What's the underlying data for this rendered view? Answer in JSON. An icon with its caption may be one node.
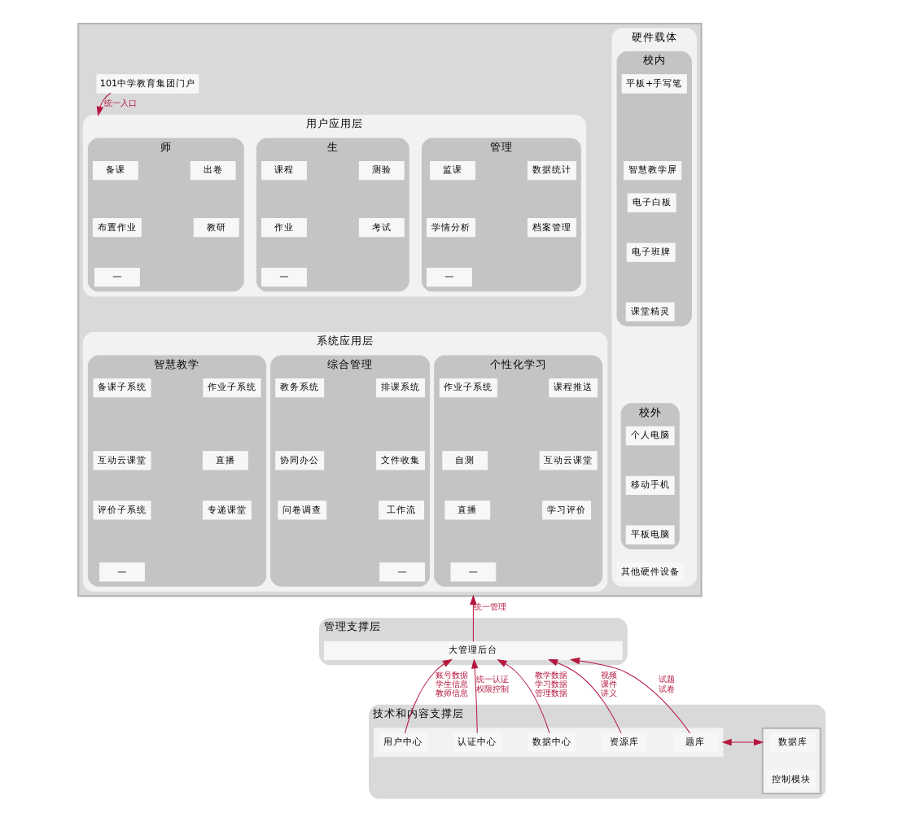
{
  "diagram": {
    "nodes": [
      {
        "text": [],
        "shape": "box"
      },
      {
        "text": [
          "101中学教育集团门户"
        ],
        "in": 0
      },
      {
        "text": [
          "用户应用层"
        ],
        "in": 0
      },
      {
        "text": [
          "师"
        ],
        "in": 2
      },
      {
        "text": [
          "备课"
        ],
        "in": 3
      },
      {
        "text": [
          "出卷"
        ],
        "in": 3
      },
      {
        "text": [
          "布置作业"
        ],
        "in": 3
      },
      {
        "text": [
          "教研"
        ],
        "in": 3
      },
      {
        "text": [
          "—"
        ],
        "in": 3
      },
      {
        "text": [
          "生"
        ],
        "in": 2
      },
      {
        "text": [
          "课程"
        ],
        "in": 9
      },
      {
        "text": [
          "测验"
        ],
        "in": 9
      },
      {
        "text": [
          "作业"
        ],
        "in": 9
      },
      {
        "text": [
          "考试"
        ],
        "in": 9
      },
      {
        "text": [
          "—"
        ],
        "in": 9
      },
      {
        "text": [
          "管理"
        ],
        "in": 2
      },
      {
        "text": [
          "监课"
        ],
        "in": 15
      },
      {
        "text": [
          "数据统计"
        ],
        "in": 15
      },
      {
        "text": [
          "学情分析"
        ],
        "in": 15
      },
      {
        "text": [
          "档案管理"
        ],
        "in": 15
      },
      {
        "text": [
          "—"
        ],
        "in": 15
      },
      {
        "text": [
          "系统应用层"
        ],
        "in": 0
      },
      {
        "text": [
          "智慧教学"
        ],
        "in": 21
      },
      {
        "text": [
          "备课子系统"
        ],
        "in": 22
      },
      {
        "text": [
          "作业子系统"
        ],
        "in": 22
      },
      {
        "text": [
          "互动云课堂"
        ],
        "in": 22
      },
      {
        "text": [
          "直播"
        ],
        "in": 22
      },
      {
        "text": [
          "评价子系统"
        ],
        "in": 22
      },
      {
        "text": [
          "专递课堂"
        ],
        "in": 22
      },
      {
        "text": [
          "—"
        ],
        "in": 22
      },
      {
        "text": [
          "个性化学习"
        ],
        "in": 21
      },
      {
        "text": [
          "作业子系统"
        ],
        "in": 30
      },
      {
        "text": [
          "课程推送"
        ],
        "in": 30
      },
      {
        "text": [
          "自测"
        ],
        "in": 30
      },
      {
        "text": [
          "互动云课堂"
        ],
        "in": 30
      },
      {
        "text": [
          "直播"
        ],
        "in": 30
      },
      {
        "text": [
          "学习评价"
        ],
        "in": 30
      },
      {
        "text": [
          "—"
        ],
        "in": 30
      },
      {
        "text": [
          "综合管理"
        ],
        "in": 21
      },
      {
        "text": [
          "教务系统"
        ],
        "in": 38
      },
      {
        "text": [
          "排课系统"
        ],
        "in": 38
      },
      {
        "text": [
          "协同办公"
        ],
        "in": 38
      },
      {
        "text": [
          "文件收集"
        ],
        "in": 38
      },
      {
        "text": [
          "问卷调查"
        ],
        "in": 38
      },
      {
        "text": [
          "工作流"
        ],
        "in": 38
      },
      {
        "text": [
          "—"
        ],
        "in": 38
      },
      {
        "text": [
          "硬件载体"
        ],
        "in": 0
      },
      {
        "text": [
          "校内"
        ],
        "in": 46
      },
      {
        "text": [
          "平板+手写笔"
        ],
        "in": 47
      },
      {
        "text": [
          "智慧教学屏"
        ],
        "in": 47
      },
      {
        "text": [
          "电子白板"
        ],
        "in": 47
      },
      {
        "text": [
          "电子班牌"
        ],
        "in": 47
      },
      {
        "text": [
          "课堂精灵"
        ],
        "in": 47
      },
      {
        "text": [
          "校外"
        ],
        "in": 46
      },
      {
        "text": [
          "个人电脑"
        ],
        "in": 53
      },
      {
        "text": [
          "移动手机"
        ],
        "in": 53
      },
      {
        "text": [
          "平板电脑"
        ],
        "in": 53
      },
      {
        "text": [
          "其他硬件设备"
        ],
        "in": 46
      },
      {
        "text": [
          "管理支撑层"
        ]
      },
      {
        "text": [
          "大管理后台"
        ],
        "in": 58
      },
      {
        "text": [
          "技术和内容支撑层"
        ]
      },
      {
        "text": [],
        "shape": "bar",
        "in": 60
      },
      {
        "text": [
          "用户中心"
        ],
        "in": 61
      },
      {
        "text": [
          "认证中心"
        ],
        "in": 61
      },
      {
        "text": [
          "数据中心"
        ],
        "in": 61
      },
      {
        "text": [
          "资源库"
        ],
        "in": 61
      },
      {
        "text": [
          "题库"
        ],
        "in": 61
      },
      {
        "text": [],
        "shape": "box",
        "in": 60
      },
      {
        "text": [
          "数据库"
        ],
        "in": 67
      },
      {
        "text": [
          "控制模块"
        ],
        "in": 67
      }
    ],
    "edges": [
      {
        "from": 1,
        "to": 2,
        "arrow": "to",
        "label": "统一入口"
      },
      {
        "from": 59,
        "to": 0,
        "arrow": "to",
        "label": "统一管理"
      },
      {
        "from": 62,
        "to": 59,
        "arrow": "to",
        "label": "账号数据学生信息教师信息"
      },
      {
        "from": 63,
        "to": 59,
        "arrow": "to",
        "label": "统一认证权限控制"
      },
      {
        "from": 64,
        "to": 59,
        "arrow": "to",
        "label": "教学数据学习数据管理数据"
      },
      {
        "from": 65,
        "to": 59,
        "arrow": "to",
        "label": "视频课件讲义"
      },
      {
        "from": 66,
        "to": 59,
        "arrow": "to",
        "label": "试题试卷"
      },
      {
        "from": 61,
        "to": 67,
        "arrow": "both"
      }
    ]
  }
}
